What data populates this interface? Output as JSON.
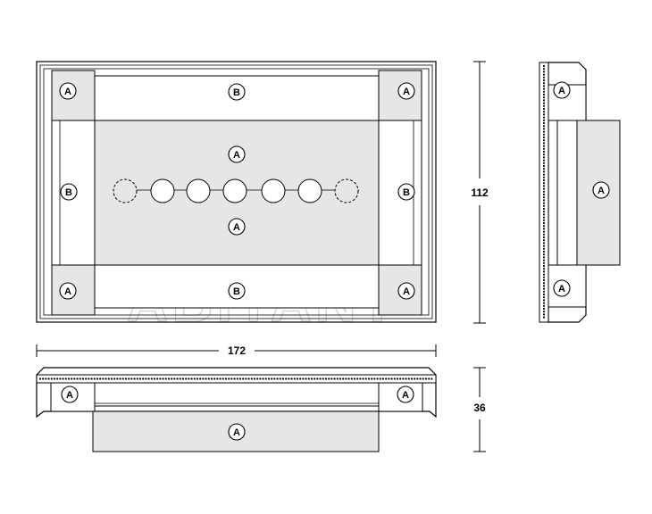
{
  "labels": {
    "a": "A",
    "b": "B"
  },
  "dimensions": {
    "width": "172",
    "height": "112",
    "depth": "36"
  },
  "watermark": "ABITANT",
  "front_view": {
    "lights_solid": 5,
    "lights_dashed": 2
  },
  "colors": {
    "panel": "#e6e6e6",
    "line": "#000000",
    "background": "#ffffff"
  }
}
